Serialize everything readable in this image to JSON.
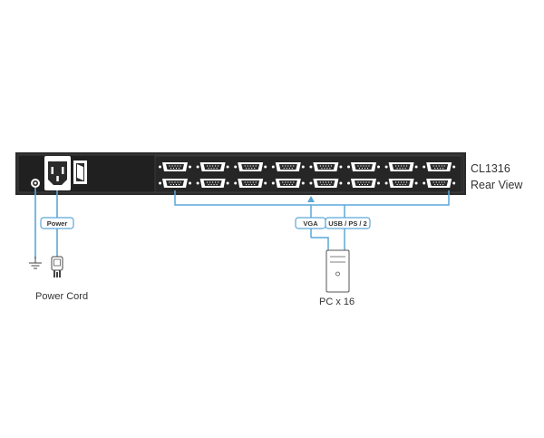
{
  "model": "CL1316",
  "view": "Rear View",
  "labels": {
    "power_tag": "Power",
    "vga_tag": "VGA",
    "usb_tag": "USB / PS / 2",
    "power_cord": "Power Cord",
    "pc": "PC x 16"
  },
  "colors": {
    "chassis": "#2b2b2b",
    "cable": "#5aa7d8",
    "port": "#ffffff",
    "text": "#333333"
  },
  "icons": [
    "ground-icon",
    "power-plug-icon",
    "pc-tower-icon",
    "power-inlet-icon",
    "power-switch-icon",
    "vga-port-icon"
  ]
}
